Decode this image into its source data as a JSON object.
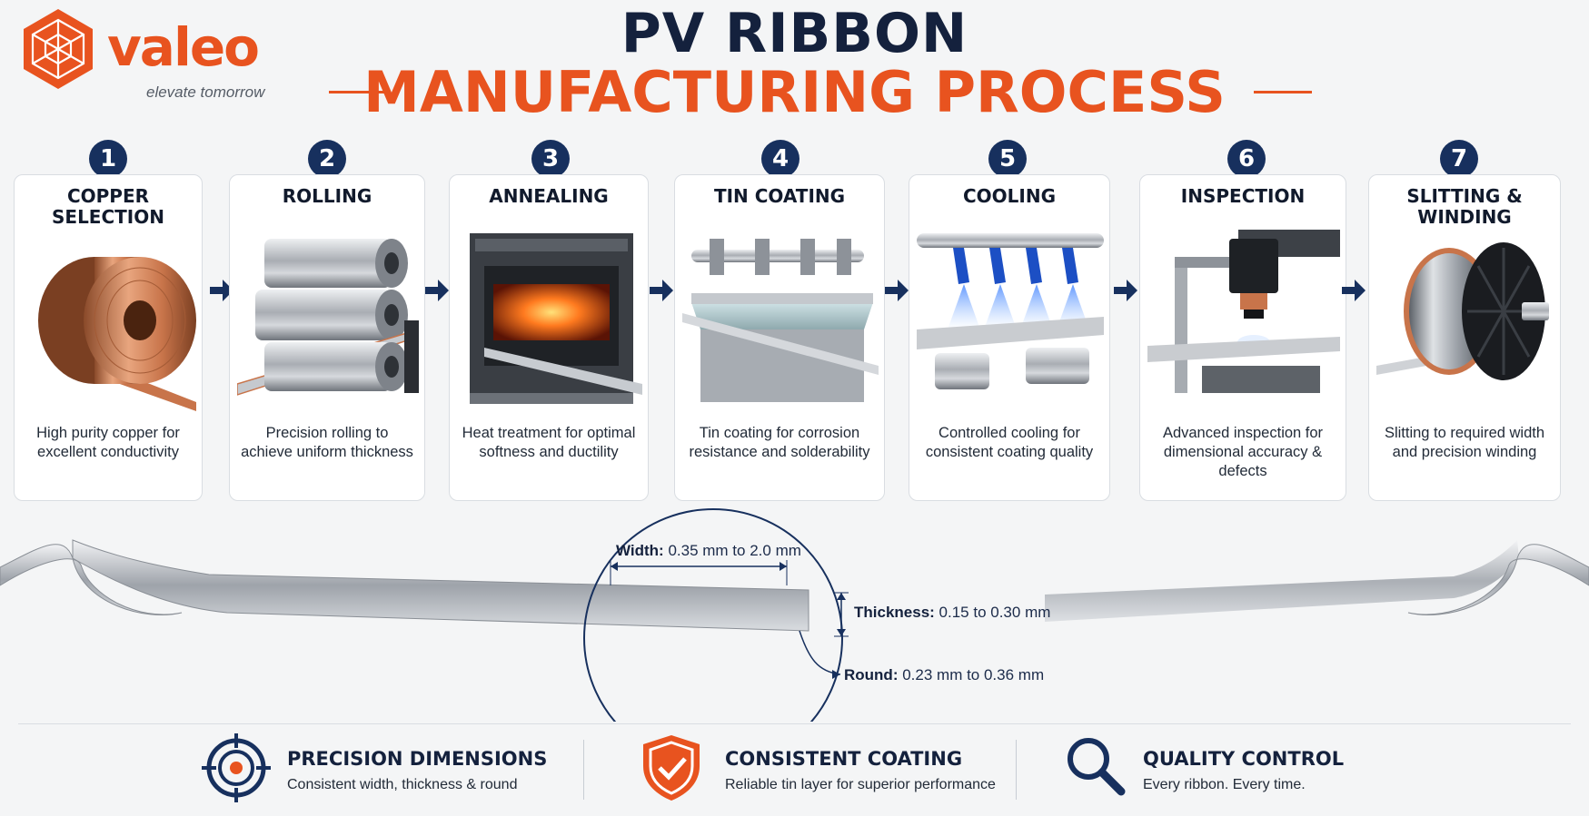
{
  "brand": {
    "name": "valeo",
    "tagline": "elevate tomorrow",
    "color": "#e8531f"
  },
  "title": {
    "line1": "PV RIBBON",
    "line2": "MANUFACTURING PROCESS"
  },
  "colors": {
    "navy": "#17305e",
    "orange": "#e8531f",
    "copper": "#c8744a"
  },
  "steps": [
    {
      "number": "1",
      "title": "COPPER SELECTION",
      "description": "High purity copper for excellent conductivity",
      "icon": "copper-coil-icon"
    },
    {
      "number": "2",
      "title": "ROLLING",
      "description": "Precision rolling to achieve uniform thickness",
      "icon": "rolling-mill-icon"
    },
    {
      "number": "3",
      "title": "ANNEALING",
      "description": "Heat treatment for optimal softness and ductility",
      "icon": "annealing-furnace-icon"
    },
    {
      "number": "4",
      "title": "TIN COATING",
      "description": "Tin coating for corrosion resistance and solderability",
      "icon": "tin-bath-icon"
    },
    {
      "number": "5",
      "title": "COOLING",
      "description": "Controlled cooling for consistent coating quality",
      "icon": "cooling-nozzles-icon"
    },
    {
      "number": "6",
      "title": "INSPECTION",
      "description": "Advanced inspection for dimensional accuracy & defects",
      "icon": "inspection-camera-icon"
    },
    {
      "number": "7",
      "title": "SLITTING & WINDING",
      "description": "Slitting to required width and precision winding",
      "icon": "spool-icon"
    }
  ],
  "specs": {
    "width": {
      "label": "Width:",
      "value": "0.35 mm to 2.0 mm"
    },
    "thickness": {
      "label": "Thickness:",
      "value": "0.15 to 0.30 mm"
    },
    "round": {
      "label": "Round:",
      "value": "0.23 mm to 0.36 mm"
    }
  },
  "features": [
    {
      "title": "PRECISION DIMENSIONS",
      "subtitle": "Consistent width, thickness & round",
      "icon": "target-icon"
    },
    {
      "title": "CONSISTENT COATING",
      "subtitle": "Reliable tin layer for superior performance",
      "icon": "shield-check-icon"
    },
    {
      "title": "QUALITY CONTROL",
      "subtitle": "Every ribbon. Every time.",
      "icon": "magnifier-icon"
    }
  ]
}
